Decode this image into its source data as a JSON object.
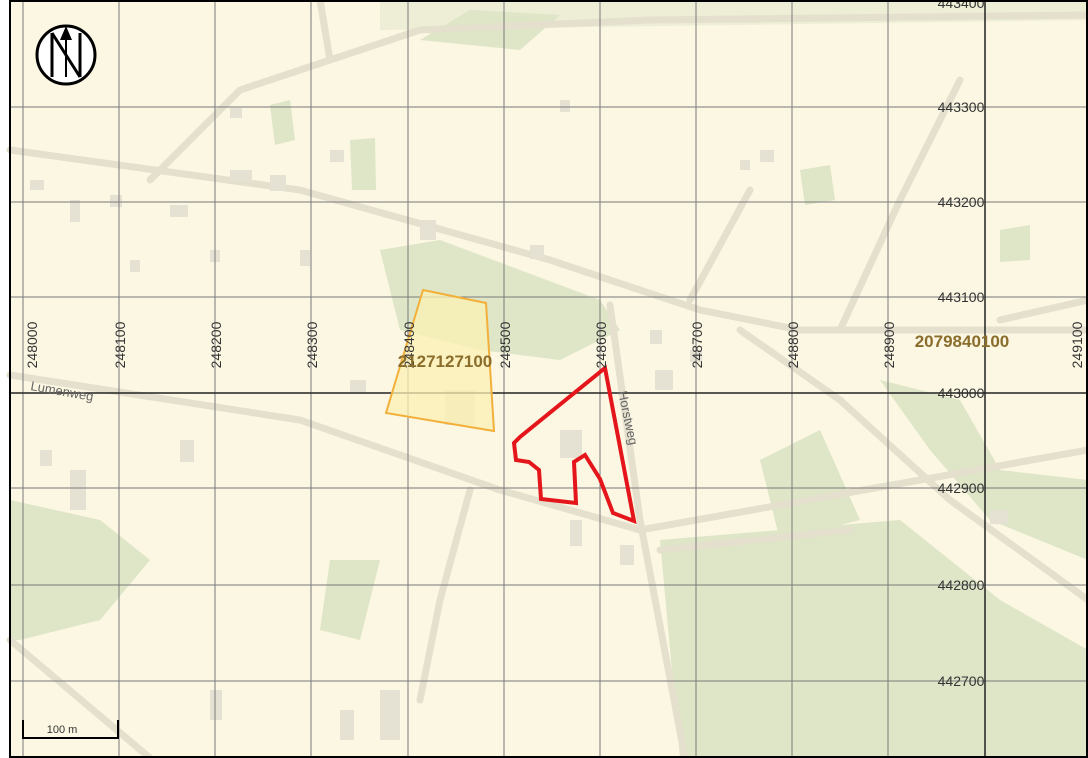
{
  "map": {
    "x_ticks": [
      "248000",
      "248100",
      "248200",
      "248300",
      "248400",
      "248500",
      "248600",
      "248700",
      "248800",
      "248900",
      "249100"
    ],
    "y_ticks": [
      "443300",
      "443200",
      "443100",
      "443000",
      "442900",
      "442800",
      "442700"
    ],
    "y_partial_top": "443400",
    "parcels": [
      {
        "id": "2127127100",
        "style": "yellow"
      },
      {
        "id": "2079840100",
        "style": "none"
      }
    ],
    "streets": [
      "Lumenweg",
      "Horstweg"
    ],
    "scale_bar": "100 m",
    "north_arrow": "north-arrow-icon",
    "colors": {
      "background": "#fbf7e2",
      "green": "#dfe5c7",
      "road": "#e4e0cd",
      "building": "#e5e2d3",
      "grid": "#222222",
      "highlight_red": "#e4161c",
      "parcel_yellow_stroke": "#f2b03a",
      "parcel_yellow_fill": "#fbf0b3"
    }
  }
}
